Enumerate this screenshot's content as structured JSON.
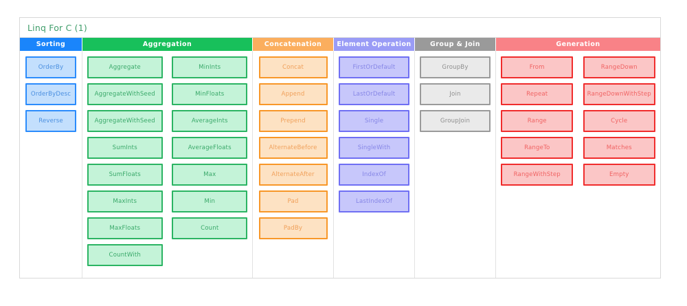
{
  "board": {
    "title": "Linq For C (1)",
    "title_color": "#3f9d6a"
  },
  "groups": [
    {
      "key": "sorting",
      "header": "Sorting",
      "header_color": "#1a85fb",
      "card_fill": "#c3dffd",
      "card_border": "#2b8cfc",
      "columns": [
        {
          "items": [
            "OrderBy",
            "OrderByDesc",
            "Reverse"
          ]
        }
      ]
    },
    {
      "key": "aggregation",
      "header": "Aggregation",
      "header_color": "#18c05b",
      "card_fill": "#c4f3d8",
      "card_border": "#2bb463",
      "columns": [
        {
          "items": [
            "Aggregate",
            "AggregateWithSeed",
            "AggregateWithSeed",
            "SumInts",
            "SumFloats",
            "MaxInts",
            "MaxFloats",
            "CountWith"
          ]
        },
        {
          "items": [
            "MinInts",
            "MinFloats",
            "AverageInts",
            "AverageFloats",
            "Max",
            "Min",
            "Count"
          ]
        }
      ]
    },
    {
      "key": "concatenation",
      "header": "Concatenation",
      "header_color": "#fbae5e",
      "card_fill": "#fde2c3",
      "card_border": "#f89728",
      "columns": [
        {
          "items": [
            "Concat",
            "Append",
            "Prepend",
            "AlternateBefore",
            "AlternateAfter",
            "Pad",
            "PadBy"
          ]
        }
      ]
    },
    {
      "key": "element",
      "header": "Element Operation",
      "header_color": "#9a9cf6",
      "card_fill": "#c7c7fb",
      "card_border": "#6f6ff3",
      "columns": [
        {
          "items": [
            "FirstOrDefault",
            "LastOrDefault",
            "Single",
            "SingleWith",
            "IndexOf",
            "LastIndexOf"
          ]
        }
      ]
    },
    {
      "key": "groupjoin",
      "header": "Group & Join",
      "header_color": "#9a9a9a",
      "card_fill": "#eaeaea",
      "card_border": "#9a9a9a",
      "columns": [
        {
          "items": [
            "GroupBy",
            "Join",
            "GroupJoin"
          ]
        }
      ]
    },
    {
      "key": "generation",
      "header": "Generation",
      "header_color": "#f98287",
      "card_fill": "#fbc6c6",
      "card_border": "#f02c2c",
      "columns": [
        {
          "items": [
            "From",
            "Repeat",
            "Range",
            "RangeTo",
            "RangeWithStep"
          ]
        },
        {
          "items": [
            "RangeDown",
            "RangeDownWithStep",
            "Cycle",
            "Matches",
            "Empty"
          ]
        }
      ]
    }
  ]
}
